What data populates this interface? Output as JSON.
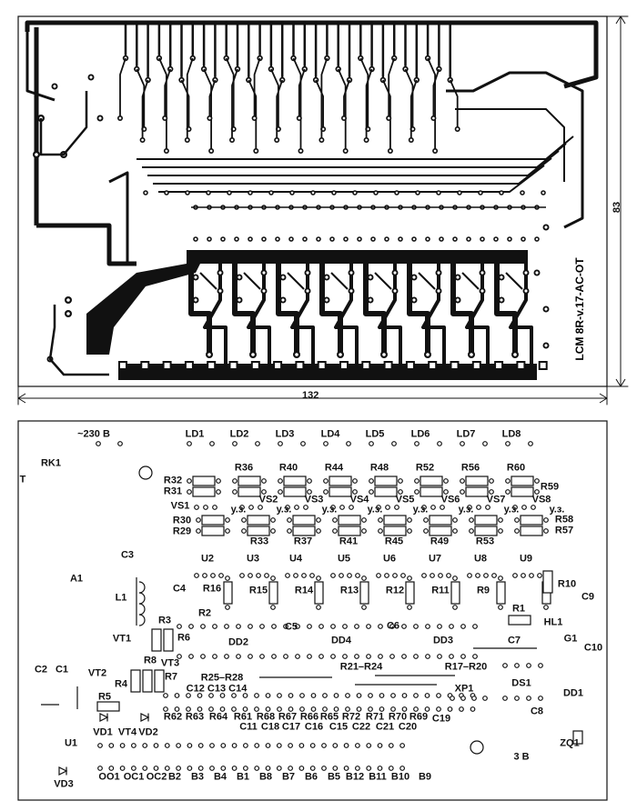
{
  "top_view": {
    "board_code": "LCM 8R-v.17-AC-OT",
    "width_dim": "132",
    "height_dim": "83"
  },
  "assembly_labels": [
    "~230 B",
    "LD1",
    "LD2",
    "LD3",
    "LD4",
    "LD5",
    "LD6",
    "LD7",
    "LD8",
    "RK1",
    "T",
    "R32",
    "R31",
    "VS1",
    "R36",
    "R40",
    "R44",
    "R48",
    "R52",
    "R56",
    "R60",
    "VS2",
    "VS3",
    "VS4",
    "VS5",
    "VS6",
    "VS7",
    "VS8",
    "R59",
    "у.з.",
    "у.з.",
    "у.з.",
    "у.з.",
    "у.з.",
    "у.з.",
    "у.з.",
    "у.з.",
    "R30",
    "R29",
    "R58",
    "R57",
    "R33",
    "R37",
    "R41",
    "R45",
    "R49",
    "R53",
    "U2",
    "U3",
    "U4",
    "U5",
    "U6",
    "U7",
    "U8",
    "U9",
    "C3",
    "A1",
    "L1",
    "C4",
    "R16",
    "R2",
    "R15",
    "R14",
    "R13",
    "R12",
    "R11",
    "R9",
    "R10",
    "R1",
    "HL1",
    "C9",
    "R3",
    "VT1",
    "R6",
    "DD2",
    "C5",
    "VT3",
    "R8",
    "R7",
    "C2",
    "C1",
    "VT2",
    "R4",
    "R25–R28",
    "C12 C13 C14",
    "R5",
    "R62",
    "R63",
    "R64",
    "R61",
    "R68",
    "R67",
    "R66",
    "R65",
    "R72",
    "R71",
    "R70",
    "R69",
    "C19",
    "C11",
    "C18",
    "C17",
    "C16",
    "C15",
    "C22",
    "C21",
    "C20",
    "VD1",
    "VT4",
    "VD2",
    "U1",
    "VD3",
    "OO1",
    "OC1",
    "OC2",
    "B2",
    "B3",
    "B4",
    "B1",
    "B8",
    "B7",
    "B6",
    "B5",
    "B12",
    "B11",
    "B10",
    "B9",
    "DD4",
    "C6",
    "DD3",
    "C7",
    "G1",
    "C10",
    "R21–R24",
    "R17–R20",
    "XP1",
    "DS1",
    "DD1",
    "C8",
    "ZQ1",
    "3 B"
  ]
}
